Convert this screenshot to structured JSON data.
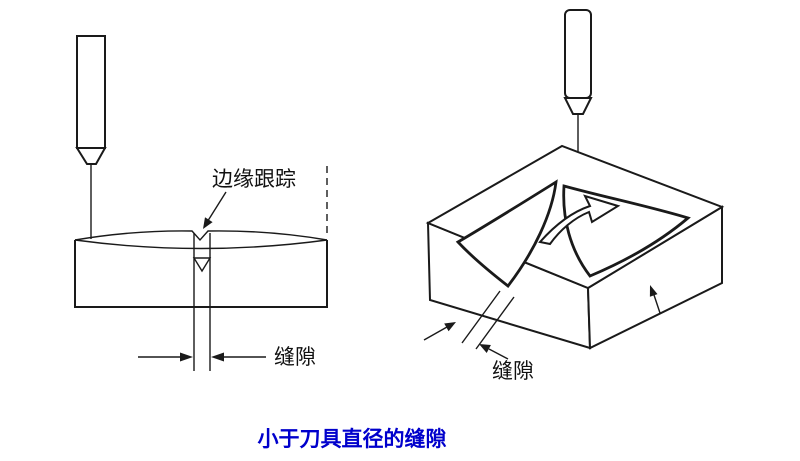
{
  "figure": {
    "background": "#ffffff",
    "line_color": "#1a1a1a",
    "caption": "小于刀具直径的缝隙",
    "caption_color": "#0000cc",
    "left": {
      "edge_tracking_label": "边缘跟踪",
      "gap_label": "缝隙"
    },
    "right": {
      "gap_label": "缝隙"
    }
  }
}
